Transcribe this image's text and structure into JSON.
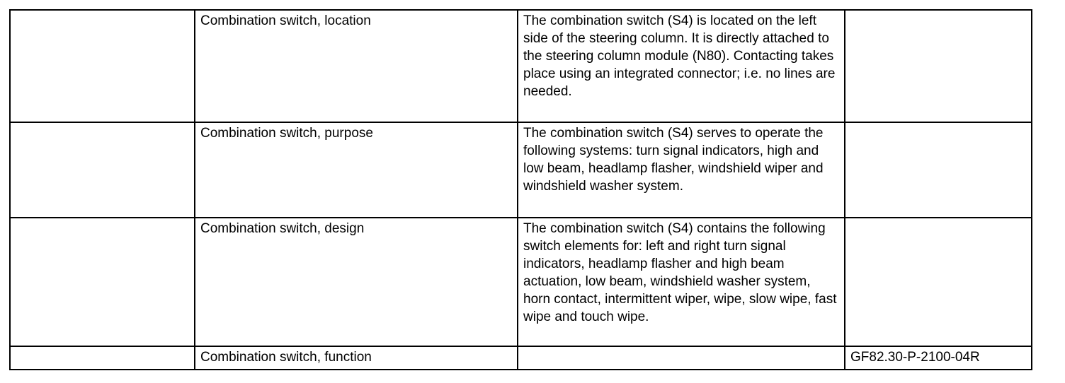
{
  "document": {
    "background_color": "#ffffff",
    "border_color": "#000000",
    "text_color": "#000000"
  },
  "table": {
    "rows": [
      {
        "label": "Combination switch, location",
        "description": "The combination switch (S4) is located on the left side of the steering column. It is directly attached to the steering column module (N80). Contacting takes place using an integrated connector; i.e. no lines are needed.",
        "code": ""
      },
      {
        "label": "Combination switch, purpose",
        "description": "The combination switch (S4) serves to operate the following systems: turn signal indicators, high and low beam, headlamp flasher, windshield wiper and windshield washer system.",
        "code": ""
      },
      {
        "label": "Combination switch, design",
        "description": "The combination switch (S4) contains the following switch elements for: left and right turn signal indicators, headlamp flasher and high beam actuation, low beam, windshield washer system, horn contact, intermittent wiper, wipe, slow wipe, fast wipe and touch wipe.",
        "code": ""
      },
      {
        "label": "Combination switch, function",
        "description": "",
        "code": "GF82.30-P-2100-04R"
      }
    ]
  }
}
